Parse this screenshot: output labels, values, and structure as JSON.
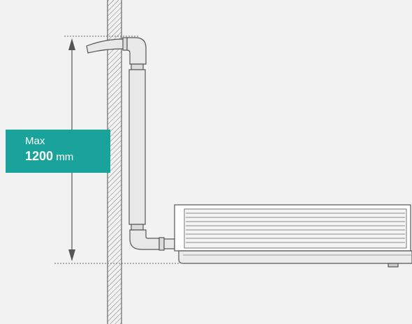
{
  "colors": {
    "background": "#f2f2f2",
    "accent": "#1aa39a",
    "line": "#555555",
    "pipe_fill": "#e8e8e8",
    "wall_hatch": "#777777"
  },
  "badge": {
    "label": "Max",
    "value": "1200",
    "unit": "mm"
  },
  "icons": {
    "wall": "hatched-wall",
    "pipe": "drain-pipe",
    "unit": "ceiling-ac-unit",
    "dimension": "double-arrow-dimension-line"
  }
}
